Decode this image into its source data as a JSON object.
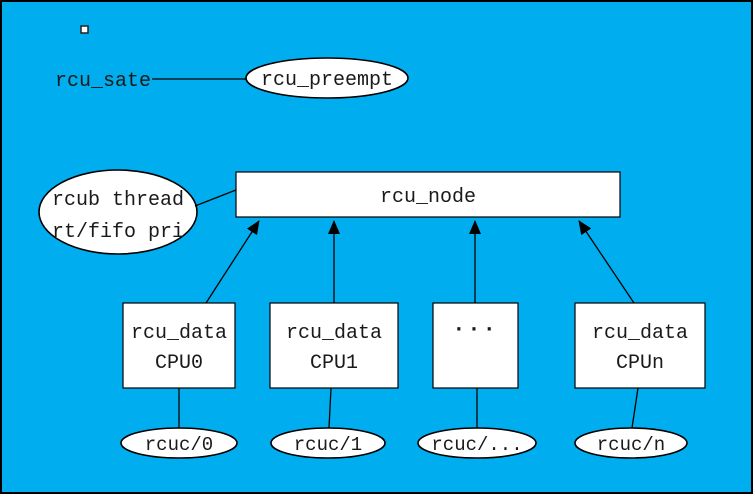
{
  "diagram": {
    "colors": {
      "background": "#00AEEF",
      "shape_fill": "#FFFFFF",
      "line": "#000000",
      "text": "#1A1A1A"
    },
    "top": {
      "state_label": "rcu_sate",
      "preempt_label": "rcu_preempt"
    },
    "rcub": {
      "line1": "rcub thread",
      "line2": "rt/fifo pri"
    },
    "node_label": "rcu_node",
    "cpu_boxes": [
      {
        "title": "rcu_data",
        "subtitle": "CPU0"
      },
      {
        "title": "rcu_data",
        "subtitle": "CPU1"
      },
      {
        "title": "···",
        "subtitle": ""
      },
      {
        "title": "rcu_data",
        "subtitle": "CPUn"
      }
    ],
    "workers": [
      "rcuc/0",
      "rcuc/1",
      "rcuc/...",
      "rcuc/n"
    ]
  }
}
